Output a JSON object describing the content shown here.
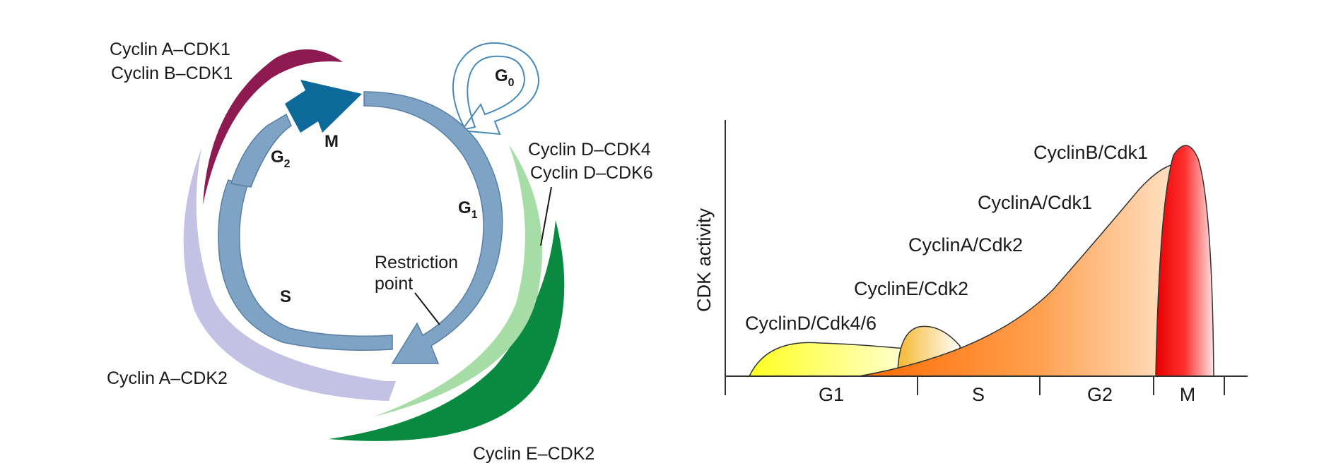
{
  "left_diagram": {
    "phases": {
      "m": "M",
      "g2": "G",
      "g2_sub": "2",
      "s": "S",
      "g1": "G",
      "g1_sub": "1",
      "g0": "G",
      "g0_sub": "0"
    },
    "labels": {
      "cyclin_a_cdk1": "Cyclin A–CDK1",
      "cyclin_b_cdk1": "Cyclin B–CDK1",
      "cyclin_d_cdk4": "Cyclin D–CDK4",
      "cyclin_d_cdk6": "Cyclin D–CDK6",
      "restriction_line1": "Restriction",
      "restriction_line2": "point",
      "cyclin_a_cdk2": "Cyclin A–CDK2",
      "cyclin_e_cdk2": "Cyclin E–CDK2"
    },
    "colors": {
      "cycle_arrow": "#7ea3c4",
      "m_arrow": "#0e6a9a",
      "cyclin_ab_cdk1": "#8e1a52",
      "cyclin_a_cdk2": "#c4c2e4",
      "cyclin_d": "#a6dca6",
      "cyclin_e": "#0a8a40",
      "g0_loop": "#4a8ab8"
    }
  },
  "right_chart": {
    "ylabel": "CDK activity",
    "phases": [
      "G1",
      "S",
      "G2",
      "M"
    ],
    "complexes": {
      "cyclinD": "CyclinD/Cdk4/6",
      "cyclinE": "CyclinE/Cdk2",
      "cyclinA2": "CyclinA/Cdk2",
      "cyclinA1": "CyclinA/Cdk1",
      "cyclinB": "CyclinB/Cdk1"
    },
    "colors": {
      "cyclinD": "#ffff20",
      "cyclinE": "#f5b830",
      "cyclinA": "#ff7a00",
      "cyclinB": "#e80000"
    }
  }
}
